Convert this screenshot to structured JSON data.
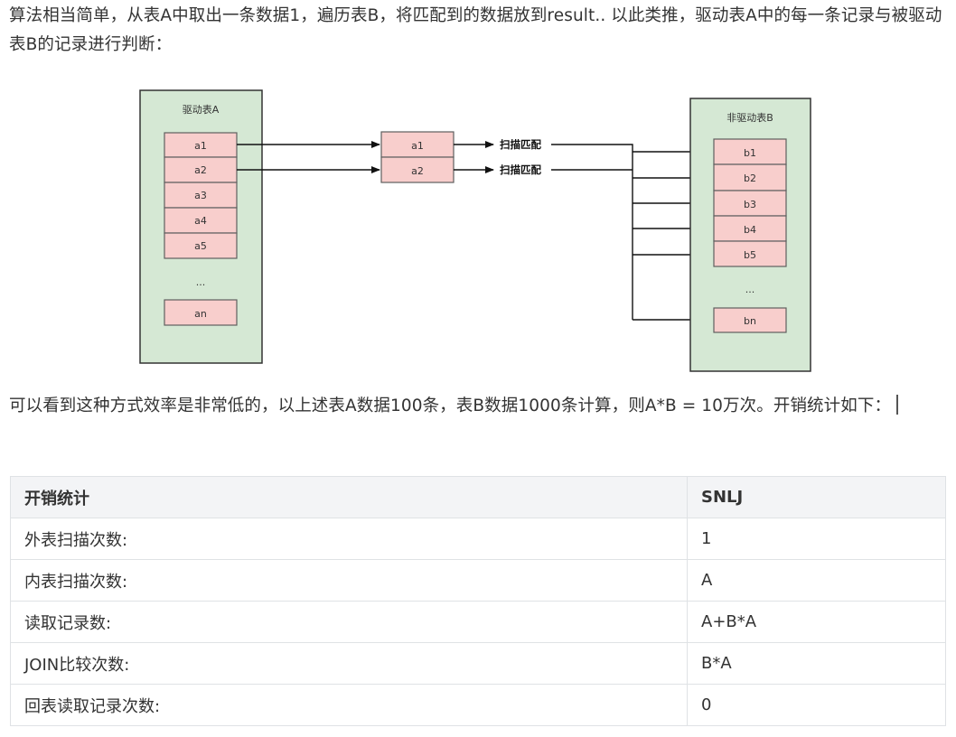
{
  "intro_paragraph": "算法相当简单，从表A中取出一条数据1，遍历表B，将匹配到的数据放到result.. 以此类推，驱动表A中的每一条记录与被驱动表B的记录进行判断：",
  "diagram": {
    "driving_table": {
      "title": "驱动表A",
      "rows": [
        "a1",
        "a2",
        "a3",
        "a4",
        "a5"
      ],
      "ellipsis": "...",
      "last_row": "an"
    },
    "middle_rows": [
      "a1",
      "a2"
    ],
    "scan_labels": [
      "扫描匹配",
      "扫描匹配"
    ],
    "driven_table": {
      "title": "非驱动表B",
      "rows": [
        "b1",
        "b2",
        "b3",
        "b4",
        "b5"
      ],
      "ellipsis": "...",
      "last_row": "bn"
    }
  },
  "cost_paragraph": "可以看到这种方式效率是非常低的，以上述表A数据100条，表B数据1000条计算，则A*B = 10万次。开销统计如下：",
  "table": {
    "headers": [
      "开销统计",
      "SNLJ"
    ],
    "rows": [
      [
        "外表扫描次数:",
        "1"
      ],
      [
        "内表扫描次数:",
        "A"
      ],
      [
        "读取记录数:",
        "A+B*A"
      ],
      [
        "JOIN比较次数:",
        "B*A"
      ],
      [
        "回表读取记录次数:",
        "0"
      ]
    ]
  },
  "colors": {
    "row_fill": "#f8cecc",
    "group_fill": "#d5e8d4",
    "table_header_bg": "#f3f4f6",
    "border": "#dfe2e5"
  }
}
